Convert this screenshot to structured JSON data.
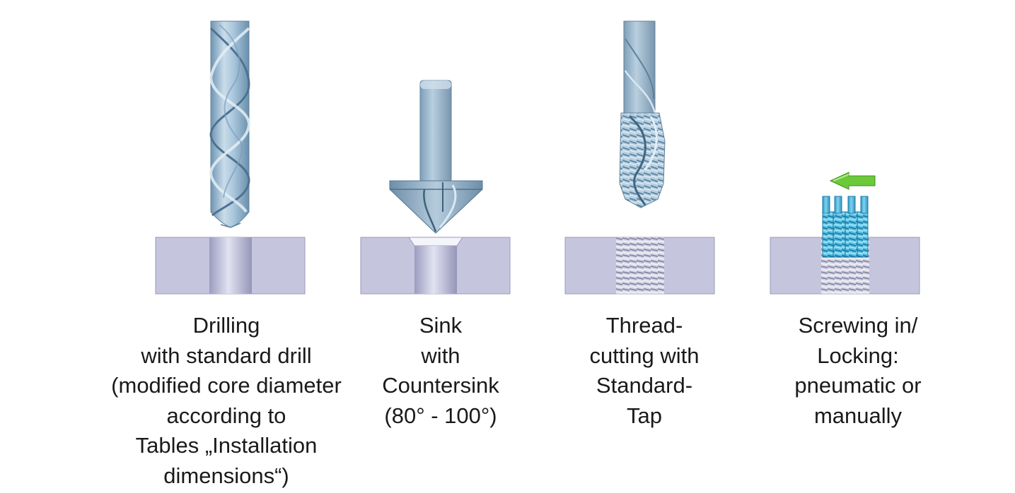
{
  "steps": [
    {
      "id": "drilling",
      "tool_icon": "twist-drill-icon",
      "caption": [
        "Drilling",
        "with standard drill",
        "(modified core diameter",
        "according to",
        "Tables „Installation",
        "dimensions“)"
      ]
    },
    {
      "id": "sinking",
      "tool_icon": "countersink-icon",
      "caption": [
        "Sink",
        "with",
        "Countersink",
        "(80° - 100°)"
      ]
    },
    {
      "id": "thread-cutting",
      "tool_icon": "tap-icon",
      "caption": [
        "Thread-",
        "cutting with",
        "Standard-",
        "Tap"
      ]
    },
    {
      "id": "screwing",
      "tool_icon": "thread-insert-icon",
      "caption": [
        "Screwing in/",
        "Locking:",
        "pneumatic or",
        "manually"
      ],
      "arrow_icon": "arrow-left-icon"
    }
  ],
  "colors": {
    "block": "#c5c5de",
    "block_edge": "#9a9ab8",
    "steel": "#a9c6dc",
    "steel_dark": "#6f95b3",
    "insert": "#4cb8de",
    "arrow": "#6cc93a"
  }
}
